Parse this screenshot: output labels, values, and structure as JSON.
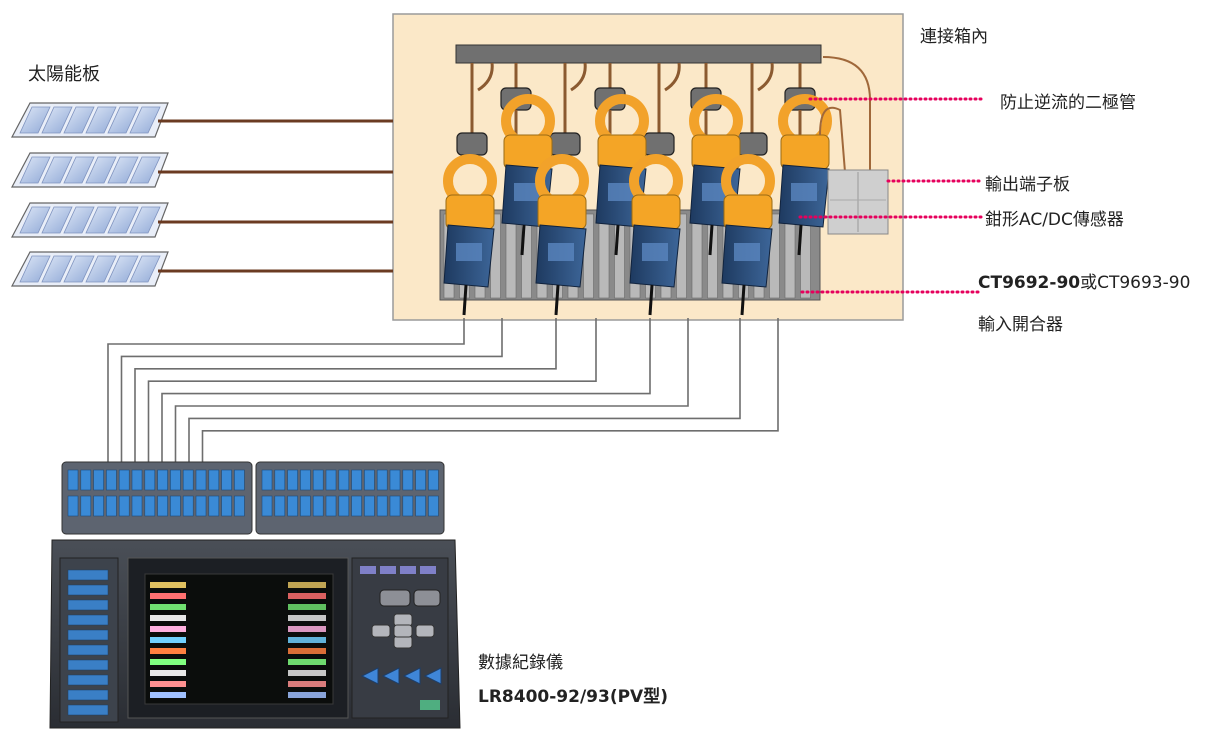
{
  "labels": {
    "solar_panels": "太陽能板",
    "junction_box": "連接箱內",
    "diode": "防止逆流的二極管",
    "terminal_block": "輸出端子板",
    "clamp_sensor": "鉗形AC/DC傳感器",
    "coupler_model_a": "CT9692-90",
    "coupler_or": "或",
    "coupler_model_b": "CT9693-90",
    "coupler_name": "輸入開合器",
    "logger_name": "數據紀錄儀",
    "logger_model": "LR8400-92/93(PV型)"
  },
  "colors": {
    "box_fill": "#fbe8c8",
    "leader": "#e6005c",
    "copper": "#7a4a2a",
    "sensor_orange": "#f4a526",
    "sensor_blue": "#2a4f7e"
  }
}
